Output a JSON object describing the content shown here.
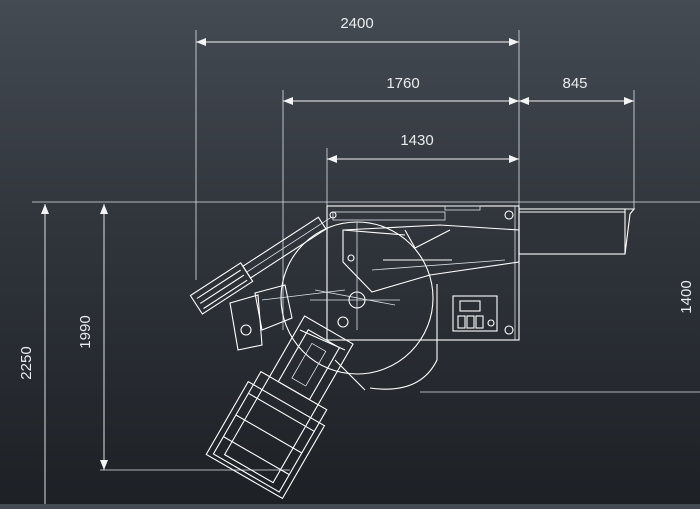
{
  "dimensions": {
    "width_total": "2400",
    "width_mid": "1760",
    "width_short": "1430",
    "extension": "845",
    "height_right": "1400",
    "height_outer": "2250",
    "height_inner": "1990"
  },
  "colors": {
    "background_top": "#454b53",
    "background_bottom": "#1d2126",
    "line": "#ffffff"
  }
}
